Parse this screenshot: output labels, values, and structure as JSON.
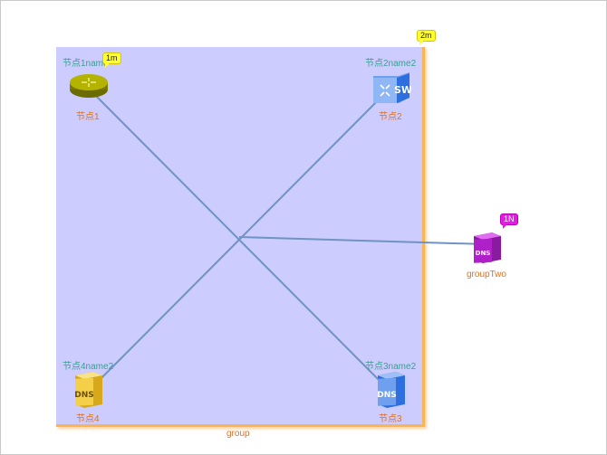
{
  "colors": {
    "group_fill": "#ccccff",
    "group_border": "#f9b457",
    "link": "#6f93c2",
    "node_name": "#3aa090",
    "node_label": "#e07020",
    "badge_yellow": "#ffff33",
    "badge_purple": "#e61ae6"
  },
  "group": {
    "label": "group",
    "badge": "2m"
  },
  "nodes": [
    {
      "name": "节点1name",
      "label": "节点1",
      "badge": "1m",
      "icon": "router-icon"
    },
    {
      "name": "节点2name2",
      "label": "节点2",
      "icon": "switch-icon",
      "icon_text": "SW"
    },
    {
      "name": "节点3name2",
      "label": "节点3",
      "icon": "dns-server-icon",
      "icon_text": "DNS"
    },
    {
      "name": "节点4name2",
      "label": "节点4",
      "icon": "dns-server-icon",
      "icon_text": "DNS"
    }
  ],
  "groupTwo": {
    "label": "groupTwo",
    "badge": "1N",
    "icon": "cube-server-icon",
    "icon_text": "DNS"
  }
}
